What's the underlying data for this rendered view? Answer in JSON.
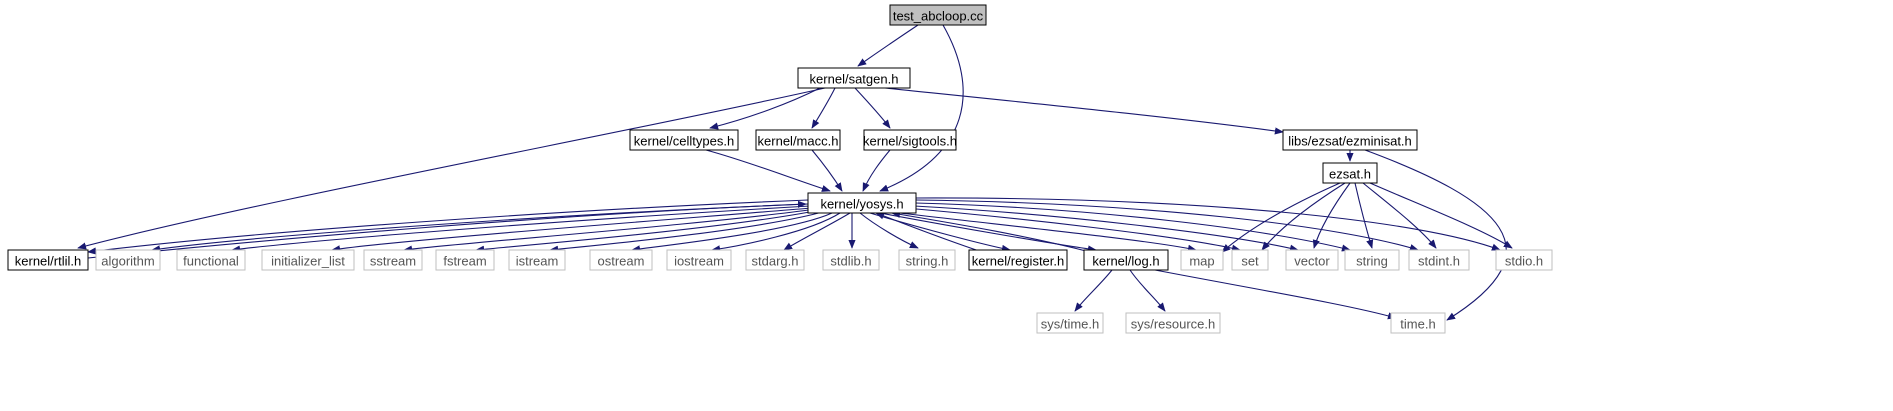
{
  "colors": {
    "edge": "#191970",
    "node_border": "#000000",
    "node_border_external": "#bfbfbf",
    "root_fill": "#bfbfbf",
    "node_fill": "#ffffff",
    "text": "#000000",
    "text_external": "#555555"
  },
  "nodes": [
    {
      "id": "test_abcloop",
      "label": "test_abcloop.cc",
      "kind": "root"
    },
    {
      "id": "satgen",
      "label": "kernel/satgen.h",
      "kind": "internal"
    },
    {
      "id": "celltypes",
      "label": "kernel/celltypes.h",
      "kind": "internal"
    },
    {
      "id": "macc",
      "label": "kernel/macc.h",
      "kind": "internal"
    },
    {
      "id": "sigtools",
      "label": "kernel/sigtools.h",
      "kind": "internal"
    },
    {
      "id": "ezminisat",
      "label": "libs/ezsat/ezminisat.h",
      "kind": "internal"
    },
    {
      "id": "yosys",
      "label": "kernel/yosys.h",
      "kind": "internal"
    },
    {
      "id": "ezsat",
      "label": "ezsat.h",
      "kind": "internal"
    },
    {
      "id": "rtlil",
      "label": "kernel/rtlil.h",
      "kind": "internal"
    },
    {
      "id": "algorithm",
      "label": "algorithm",
      "kind": "external"
    },
    {
      "id": "functional",
      "label": "functional",
      "kind": "external"
    },
    {
      "id": "initializer_list",
      "label": "initializer_list",
      "kind": "external"
    },
    {
      "id": "sstream",
      "label": "sstream",
      "kind": "external"
    },
    {
      "id": "fstream",
      "label": "fstream",
      "kind": "external"
    },
    {
      "id": "istream",
      "label": "istream",
      "kind": "external"
    },
    {
      "id": "ostream",
      "label": "ostream",
      "kind": "external"
    },
    {
      "id": "iostream",
      "label": "iostream",
      "kind": "external"
    },
    {
      "id": "stdarg",
      "label": "stdarg.h",
      "kind": "external"
    },
    {
      "id": "stdlib",
      "label": "stdlib.h",
      "kind": "external"
    },
    {
      "id": "string_h",
      "label": "string.h",
      "kind": "external"
    },
    {
      "id": "register",
      "label": "kernel/register.h",
      "kind": "internal"
    },
    {
      "id": "log",
      "label": "kernel/log.h",
      "kind": "internal"
    },
    {
      "id": "map",
      "label": "map",
      "kind": "external"
    },
    {
      "id": "set",
      "label": "set",
      "kind": "external"
    },
    {
      "id": "vector",
      "label": "vector",
      "kind": "external"
    },
    {
      "id": "string",
      "label": "string",
      "kind": "external"
    },
    {
      "id": "stdint",
      "label": "stdint.h",
      "kind": "external"
    },
    {
      "id": "stdio",
      "label": "stdio.h",
      "kind": "external"
    },
    {
      "id": "systime",
      "label": "sys/time.h",
      "kind": "external"
    },
    {
      "id": "sysresource",
      "label": "sys/resource.h",
      "kind": "external"
    },
    {
      "id": "time",
      "label": "time.h",
      "kind": "external"
    }
  ],
  "edges": [
    [
      "test_abcloop",
      "satgen"
    ],
    [
      "test_abcloop",
      "yosys"
    ],
    [
      "satgen",
      "rtlil"
    ],
    [
      "satgen",
      "celltypes"
    ],
    [
      "satgen",
      "macc"
    ],
    [
      "satgen",
      "sigtools"
    ],
    [
      "satgen",
      "ezminisat"
    ],
    [
      "celltypes",
      "yosys"
    ],
    [
      "macc",
      "yosys"
    ],
    [
      "sigtools",
      "yosys"
    ],
    [
      "ezminisat",
      "ezsat"
    ],
    [
      "ezminisat",
      "time"
    ],
    [
      "ezsat",
      "map"
    ],
    [
      "ezsat",
      "set"
    ],
    [
      "ezsat",
      "vector"
    ],
    [
      "ezsat",
      "string"
    ],
    [
      "ezsat",
      "stdint"
    ],
    [
      "ezsat",
      "stdio"
    ],
    [
      "yosys",
      "rtlil"
    ],
    [
      "rtlil",
      "yosys"
    ],
    [
      "yosys",
      "algorithm"
    ],
    [
      "yosys",
      "functional"
    ],
    [
      "yosys",
      "initializer_list"
    ],
    [
      "yosys",
      "sstream"
    ],
    [
      "yosys",
      "fstream"
    ],
    [
      "yosys",
      "istream"
    ],
    [
      "yosys",
      "ostream"
    ],
    [
      "yosys",
      "iostream"
    ],
    [
      "yosys",
      "stdarg"
    ],
    [
      "yosys",
      "stdlib"
    ],
    [
      "yosys",
      "string_h"
    ],
    [
      "yosys",
      "register"
    ],
    [
      "register",
      "yosys"
    ],
    [
      "yosys",
      "log"
    ],
    [
      "log",
      "yosys"
    ],
    [
      "yosys",
      "map"
    ],
    [
      "yosys",
      "set"
    ],
    [
      "yosys",
      "vector"
    ],
    [
      "yosys",
      "string"
    ],
    [
      "yosys",
      "stdint"
    ],
    [
      "yosys",
      "stdio"
    ],
    [
      "log",
      "systime"
    ],
    [
      "log",
      "sysresource"
    ],
    [
      "log",
      "time"
    ]
  ]
}
